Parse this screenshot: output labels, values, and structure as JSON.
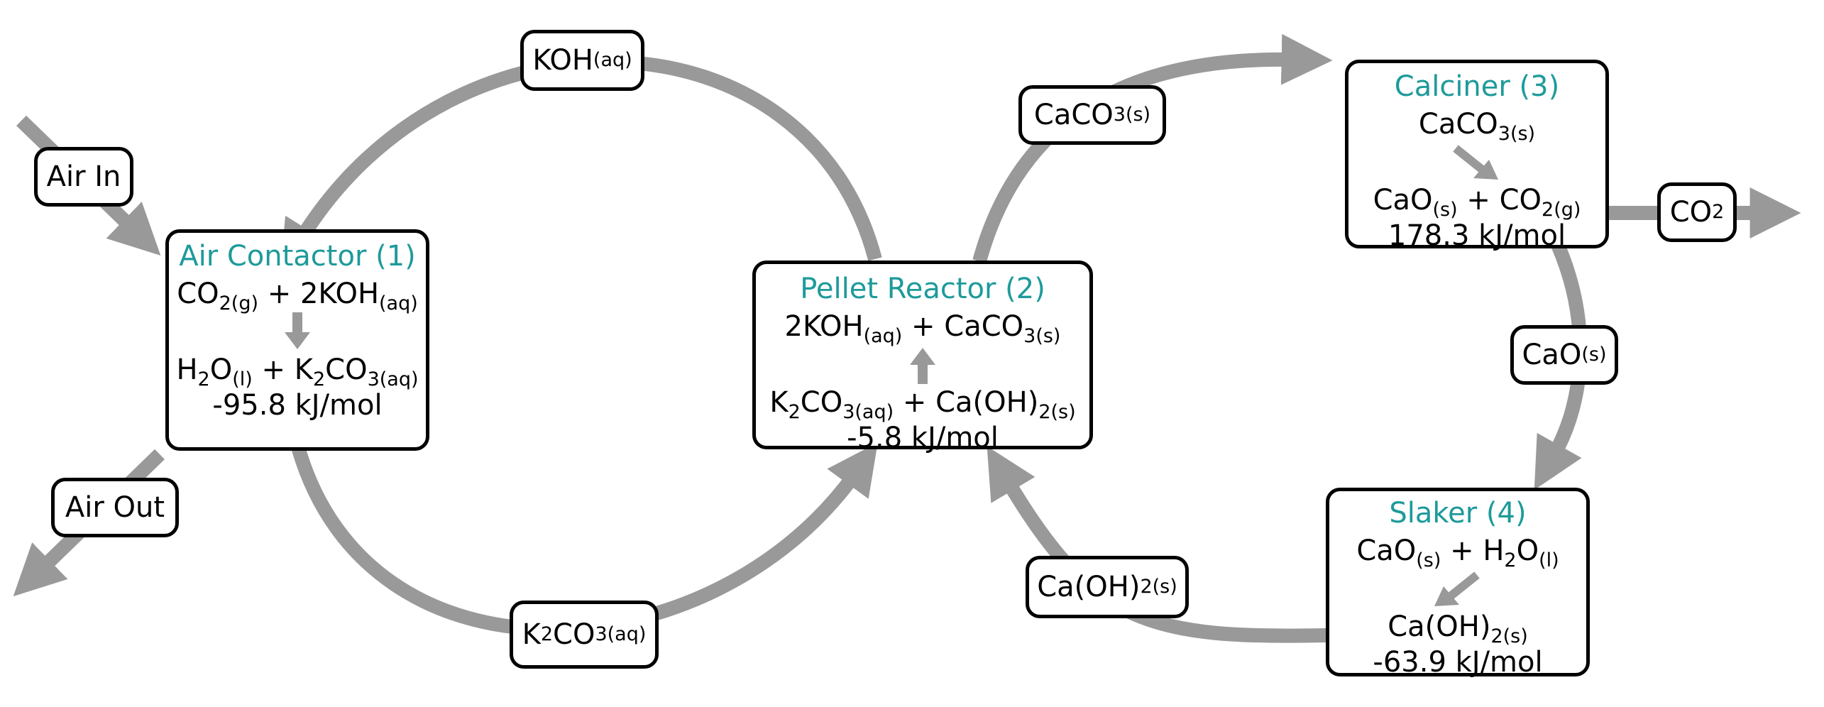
{
  "colors": {
    "arrow": "#999999",
    "title": "#1e9a9a",
    "border": "#000000"
  },
  "process": {
    "air_contactor": {
      "title": "Air Contactor (1)",
      "reactants": [
        [
          "CO",
          "2(g)"
        ],
        [
          " + 2KOH",
          "(aq)"
        ]
      ],
      "products": [
        [
          "H",
          "2"
        ],
        [
          "O",
          "(l)"
        ],
        [
          " + K",
          "2"
        ],
        [
          "CO",
          "3(aq)"
        ]
      ],
      "energy": "-95.8 kJ/mol"
    },
    "pellet_reactor": {
      "title": "Pellet Reactor (2)",
      "top": [
        [
          "2KOH",
          "(aq)"
        ],
        [
          " + CaCO",
          "3(s)"
        ]
      ],
      "bottom": [
        [
          "K",
          "2"
        ],
        [
          "CO",
          "3(aq)"
        ],
        [
          " + Ca(OH)",
          "2(s)"
        ]
      ],
      "energy": "-5.8 kJ/mol"
    },
    "calciner": {
      "title": "Calciner (3)",
      "reactants": [
        [
          "CaCO",
          "3(s)"
        ]
      ],
      "products": [
        [
          "CaO",
          "(s)"
        ],
        [
          " + CO",
          "2(g)"
        ]
      ],
      "energy": "178.3 kJ/mol"
    },
    "slaker": {
      "title": "Slaker (4)",
      "reactants": [
        [
          "CaO",
          "(s)"
        ],
        [
          " + H",
          "2"
        ],
        [
          "O",
          "(l)"
        ]
      ],
      "products": [
        [
          "Ca(OH)",
          "2(s)"
        ]
      ],
      "energy": "-63.9 kJ/mol"
    }
  },
  "streams": {
    "air_in": [
      [
        "Air In",
        ""
      ]
    ],
    "air_out": [
      [
        "Air Out",
        ""
      ]
    ],
    "koh": [
      [
        "KOH",
        "(aq)"
      ]
    ],
    "k2co3": [
      [
        "K",
        "2"
      ],
      [
        "CO",
        "3(aq)"
      ]
    ],
    "caco3": [
      [
        "CaCO",
        "3(s)"
      ]
    ],
    "co2": [
      [
        "CO",
        "2"
      ]
    ],
    "cao": [
      [
        "CaO",
        "(s)"
      ]
    ],
    "caoh2": [
      [
        "Ca(OH)",
        "2(s)"
      ]
    ]
  }
}
